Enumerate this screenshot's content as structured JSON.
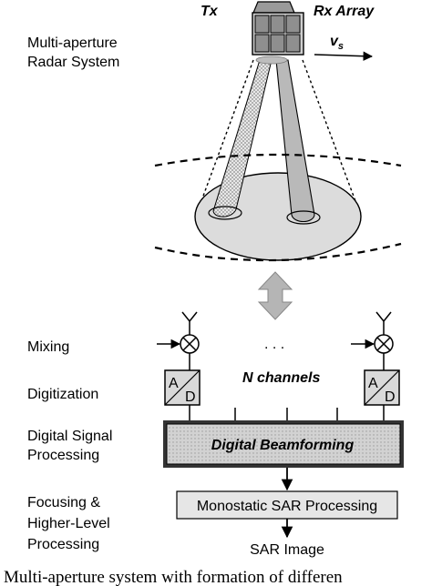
{
  "labels": {
    "tx": "Tx",
    "rx_array": "Rx Array",
    "velocity": "v",
    "velocity_sub": "s",
    "radar_system": [
      "Multi-aperture",
      "Radar System"
    ],
    "mixing": "Mixing",
    "digitization": "Digitization",
    "dsp": [
      "Digital Signal",
      "Processing"
    ],
    "focusing": [
      "Focusing &",
      "Higher-Level",
      "Processing"
    ],
    "ellipsis": ". . .",
    "n_channels": "N channels",
    "adc_a": "A",
    "adc_d": "D",
    "beamforming": "Digital Beamforming",
    "sar_processing": "Monostatic SAR Processing",
    "sar_image": "SAR Image",
    "caption": "Multi-aperture system with formation of differen"
  },
  "colors": {
    "ink": "#000000",
    "panel_gray": "#d6d6d6",
    "beam_gray": "#bdbdbd",
    "footprint_gray": "#dcdcdc",
    "arrow_gray": "#b3b3b3",
    "box_gray": "#e6e6e6"
  }
}
